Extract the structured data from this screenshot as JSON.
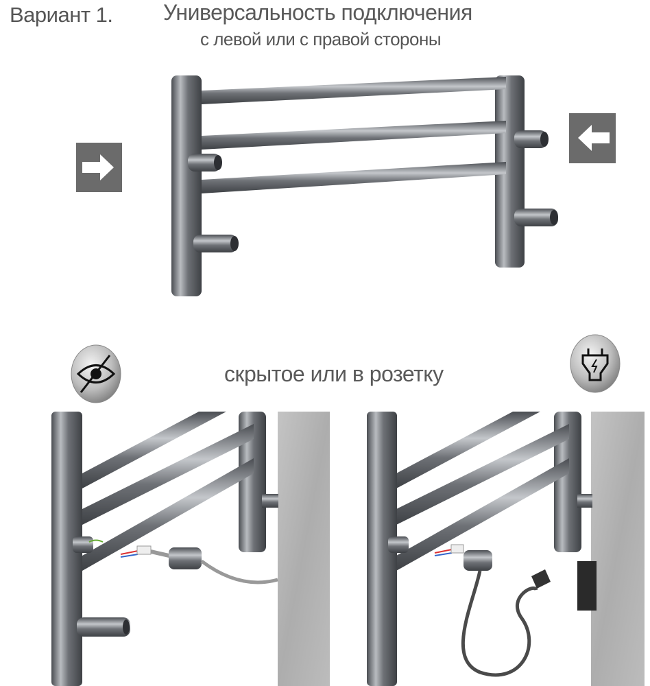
{
  "header": {
    "variant": "Вариант 1.",
    "title": "Универсальность подключения",
    "subtitle": "с левой или с правой стороны"
  },
  "middle": {
    "caption": "скрытое или в розетку",
    "icons": [
      "hidden-eye-crossed-icon",
      "power-plug-icon"
    ]
  },
  "arrows": [
    "arrow-right-icon",
    "arrow-left-icon"
  ],
  "colors": {
    "text": "#555555",
    "arrow_box": "#6b6b6b",
    "chrome": "#8a8d92",
    "wall": "#b8b8b8"
  }
}
